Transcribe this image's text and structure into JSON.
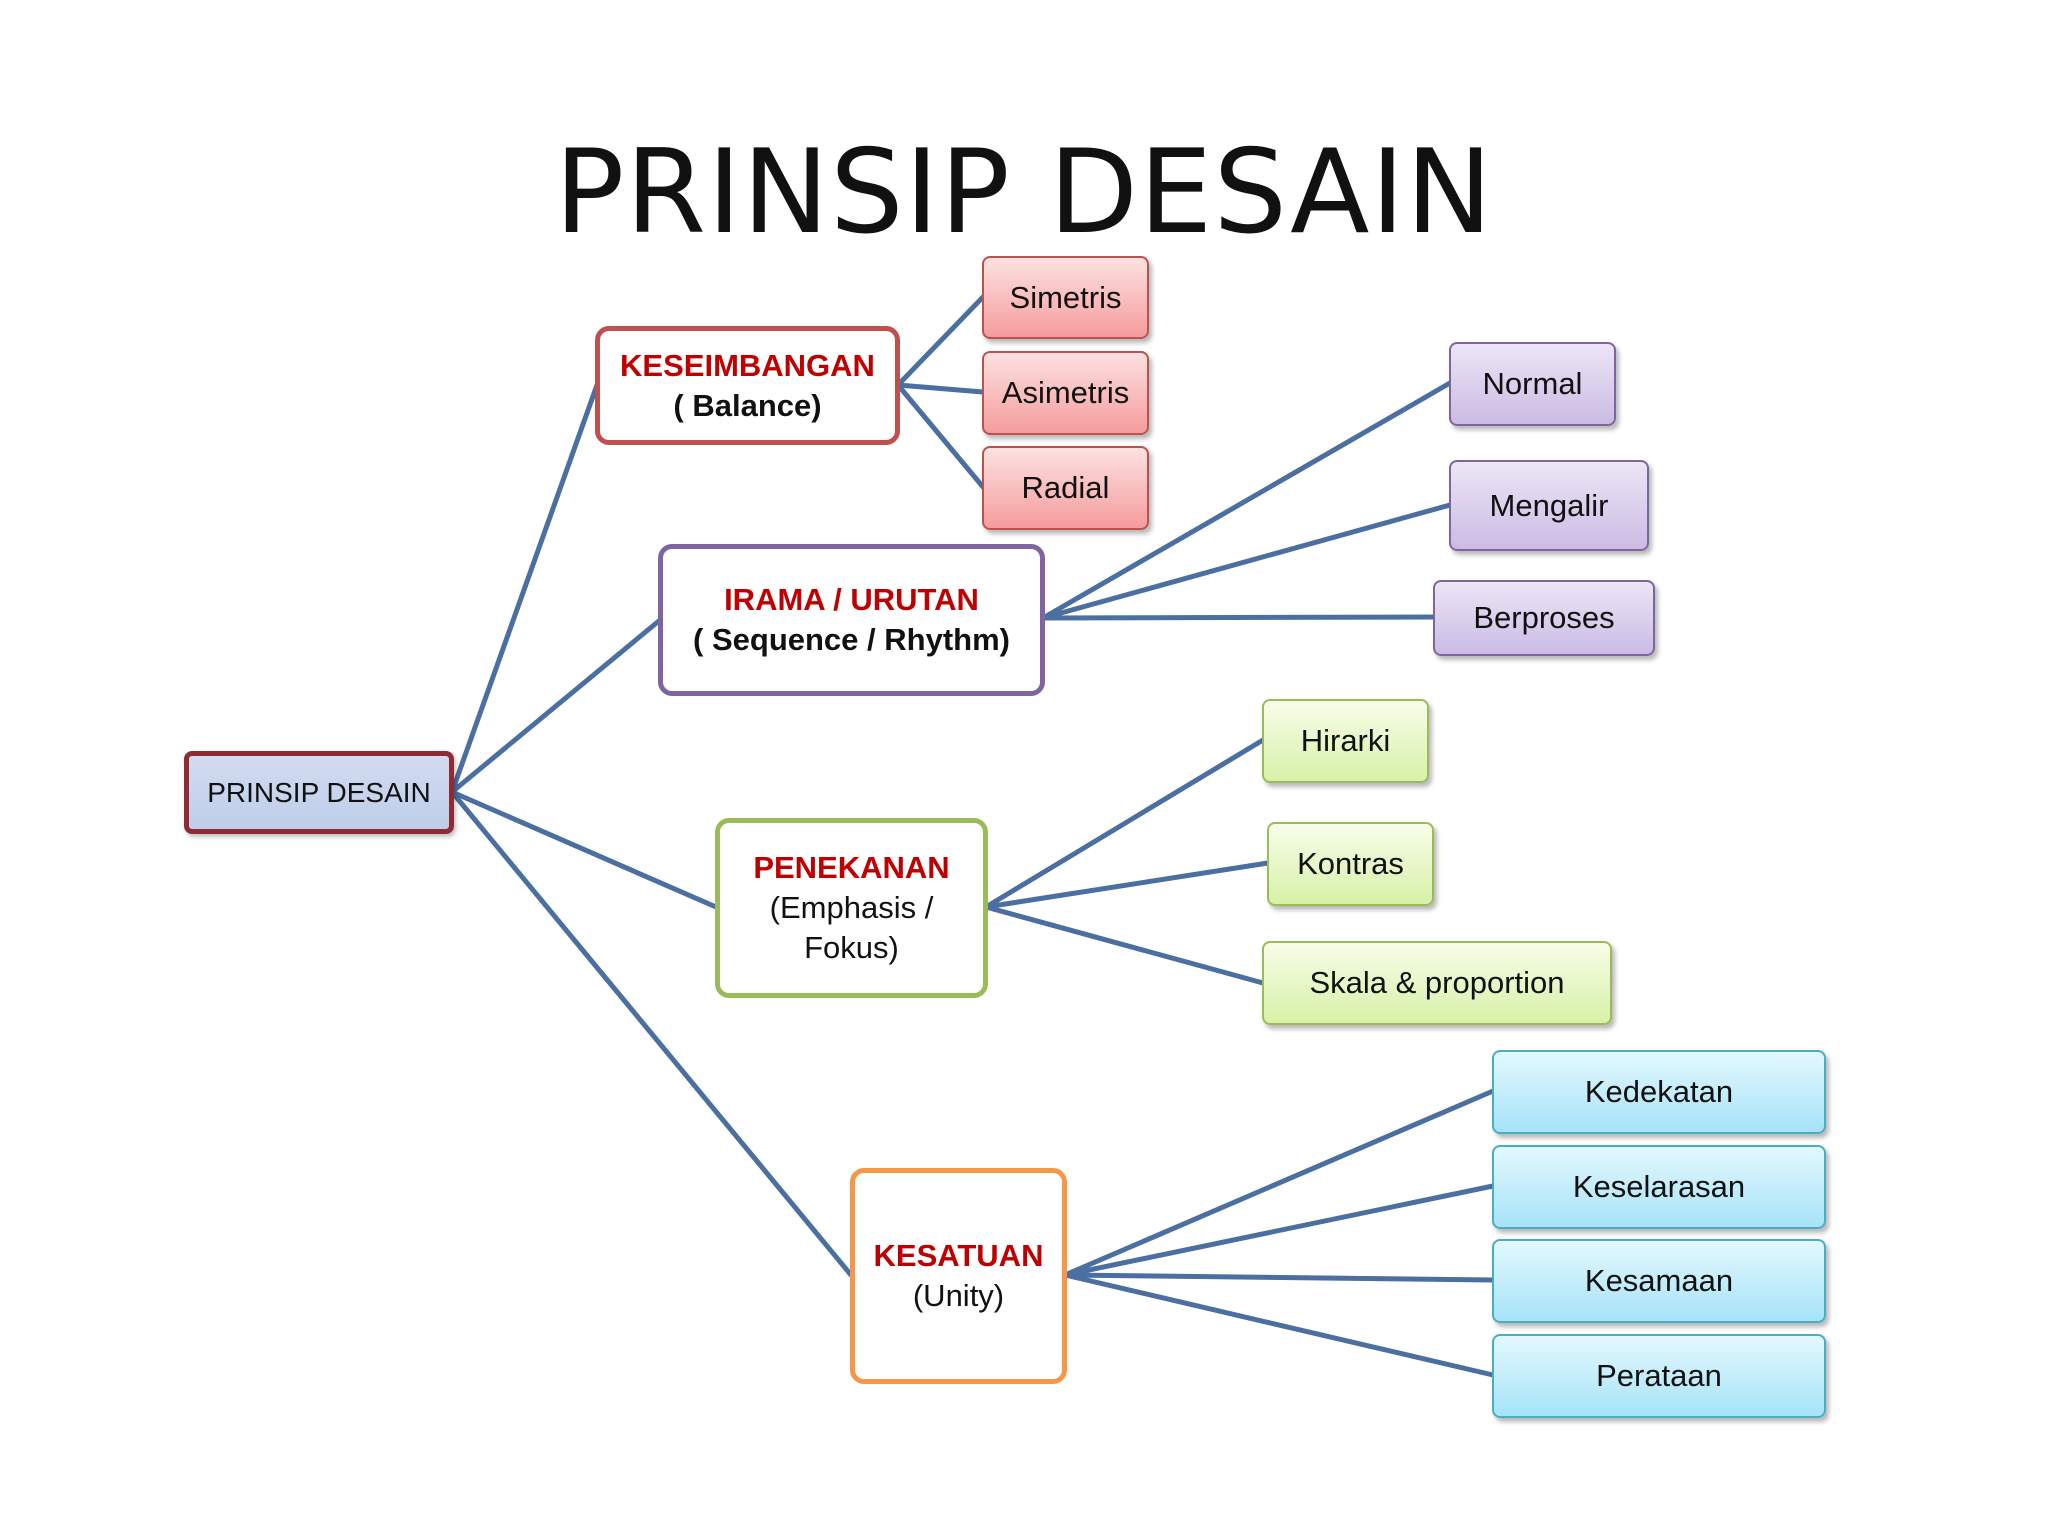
{
  "title": "PRINSIP DESAIN",
  "root": {
    "label": "PRINSIP DESAIN"
  },
  "colors": {
    "connector": "#4a6fa0",
    "category_heading": "#c00000",
    "keseimbangan_border": "#c0504d",
    "irama_border": "#8064a2",
    "penekanan_border": "#9bbb59",
    "kesatuan_border": "#f79646"
  },
  "categories": [
    {
      "heading": "KESEIMBANGAN",
      "subtitle": "( Balance)",
      "children": [
        "Simetris",
        "Asimetris",
        "Radial"
      ]
    },
    {
      "heading": "IRAMA / URUTAN",
      "subtitle": "( Sequence / Rhythm)",
      "children": [
        "Normal",
        "Mengalir",
        "Berproses"
      ]
    },
    {
      "heading": "PENEKANAN",
      "subtitle_line1": "(Emphasis /",
      "subtitle_line2": "Fokus)",
      "children": [
        "Hirarki",
        "Kontras",
        "Skala & proportion"
      ]
    },
    {
      "heading": "KESATUAN",
      "subtitle": "(Unity)",
      "children": [
        "Kedekatan",
        "Keselarasan",
        "Kesamaan",
        "Perataan"
      ]
    }
  ]
}
